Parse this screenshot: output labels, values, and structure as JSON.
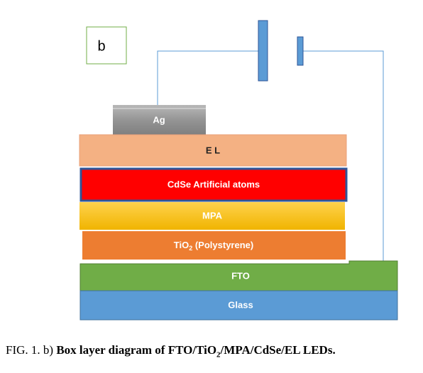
{
  "panel_label": "b",
  "layers": {
    "ag": "Ag",
    "el": "E L",
    "cdse": "CdSe Artificial atoms",
    "mpa": "MPA",
    "tio2_main": "TiO",
    "tio2_sub": "2",
    "tio2_rest": " (Polystyrene)",
    "fto": "FTO",
    "glass": "Glass"
  },
  "caption": {
    "prefix": "FIG. 1. b) ",
    "bold_part1": "Box layer diagram of FTO/TiO",
    "bold_sub": "2",
    "bold_part2": "/MPA/CdSe/EL LEDs."
  },
  "colors": {
    "ag_top": "#a6a6a6",
    "ag_bottom": "#7f7f7f",
    "el": "#f4b183",
    "cdse": "#ff0000",
    "cdse_border": "#2f5597",
    "mpa": "#ffc000",
    "tio2": "#ed7d31",
    "fto": "#70ad47",
    "glass": "#5b9bd5",
    "battery": "#5b9bd5",
    "wire": "#5b9bd5"
  }
}
